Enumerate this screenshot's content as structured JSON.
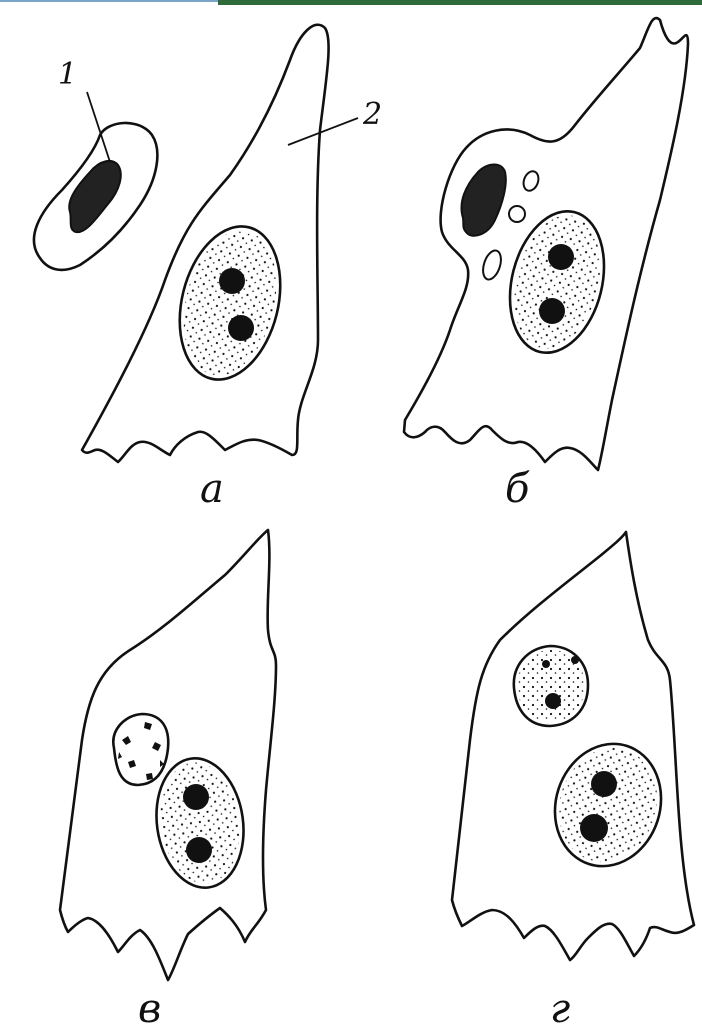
{
  "figure": {
    "panels": [
      {
        "id": "a",
        "label": "а"
      },
      {
        "id": "b",
        "label": "б"
      },
      {
        "id": "v",
        "label": "в"
      },
      {
        "id": "g",
        "label": "г"
      }
    ],
    "callouts": [
      {
        "id": "1",
        "text": "1"
      },
      {
        "id": "2",
        "text": "2"
      }
    ]
  },
  "colors": {
    "ink": "#111111",
    "background": "#ffffff",
    "top_bar_left": "#7aa3c9",
    "top_bar_right": "#2f6b3a"
  }
}
